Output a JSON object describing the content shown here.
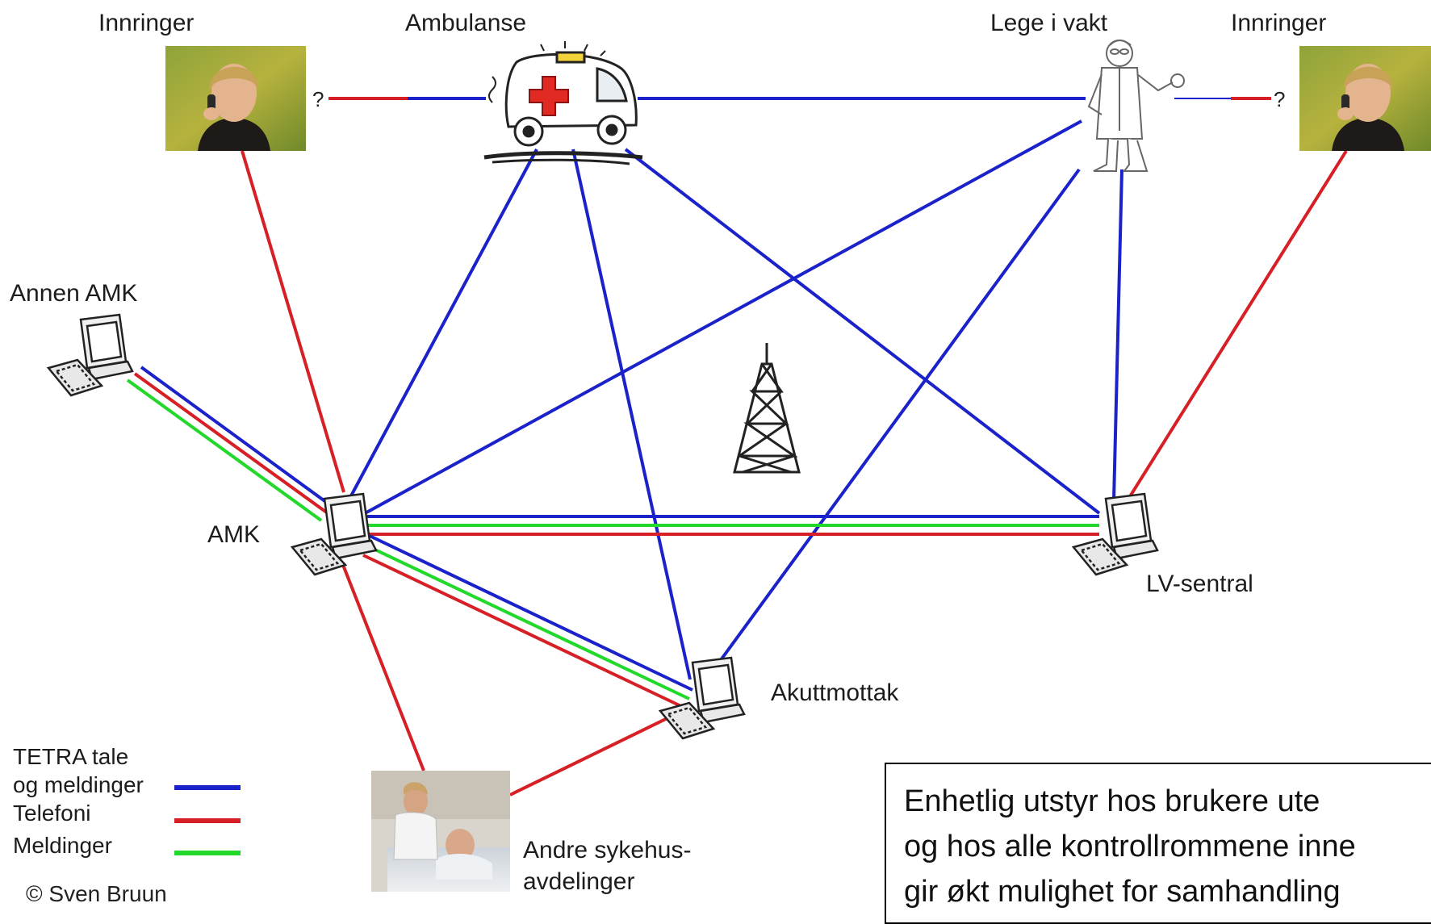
{
  "nodes": {
    "innringer_left": "Innringer",
    "ambulanse": "Ambulanse",
    "lege_i_vakt": "Lege i vakt",
    "innringer_right": "Innringer",
    "annen_amk": "Annen AMK",
    "amk": "AMK",
    "lv_sentral": "LV-sentral",
    "akuttmottak": "Akuttmottak",
    "andre_sykehus_line1": "Andre sykehus-",
    "andre_sykehus_line2": "avdelinger"
  },
  "uncertain_marker": "?",
  "legend": {
    "tetra_line1": "TETRA tale",
    "tetra_line2": "og meldinger",
    "telefoni": "Telefoni",
    "meldinger": "Meldinger"
  },
  "colors": {
    "tetra": "#1b22c9",
    "telefoni": "#d62026",
    "meldinger": "#22d82a"
  },
  "copyright": "© Sven Bruun",
  "infobox": {
    "line1": "Enhetlig utstyr hos brukere ute",
    "line2": "og hos alle kontrollrommene inne",
    "line3": "gir økt mulighet for samhandling"
  }
}
